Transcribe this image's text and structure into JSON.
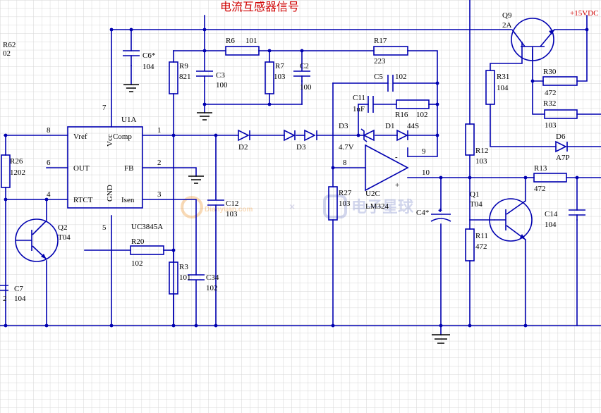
{
  "title": "电流互感器信号",
  "supply_label": "+15VDC",
  "watermark": {
    "left": "Dianyuan.com",
    "right": "电子星球"
  },
  "colors": {
    "wire": "#0000b0",
    "text": "#000000",
    "title": "#d00000",
    "grid": "#d6d6d6",
    "ground": "#000000"
  },
  "ic": {
    "designator": "U1A",
    "part": "UC3845A",
    "pins": {
      "vref": "Vref",
      "out": "OUT",
      "rtct": "RTCT",
      "vcc": "Vcc",
      "gnd": "GND",
      "comp": "Comp",
      "fb": "FB",
      "isen": "Isen"
    },
    "pin_numbers": {
      "p8": "8",
      "p6": "6",
      "p4": "4",
      "p7": "7",
      "p5": "5",
      "p1": "1",
      "p2": "2",
      "p3": "3"
    }
  },
  "opamp": {
    "designator": "U2C",
    "part": "LM324",
    "pin_in_minus": "8",
    "pin_out": "10",
    "pin_in_plus": "9",
    "minus_sign": "-",
    "plus_sign": "+"
  },
  "components": {
    "r62": {
      "ref": "R62",
      "val": "02"
    },
    "r26": {
      "ref": "R26",
      "val": "1202"
    },
    "q2": {
      "ref": "Q2",
      "val": "T04"
    },
    "c7": {
      "ref": "C7",
      "val": "104",
      "extra": "2"
    },
    "c6": {
      "ref": "C6*",
      "val": "104"
    },
    "r9": {
      "ref": "R9",
      "val": "821"
    },
    "c3": {
      "ref": "C3",
      "val": "100"
    },
    "r6": {
      "ref": "R6",
      "val": "101"
    },
    "r7": {
      "ref": "R7",
      "val": "103"
    },
    "c2": {
      "ref": "C2",
      "val": "100"
    },
    "r17": {
      "ref": "R17",
      "val": "223"
    },
    "c5": {
      "ref": "C5",
      "val": "102"
    },
    "c11": {
      "ref": "C11",
      "val": "1uF"
    },
    "r16": {
      "ref": "R16",
      "val": "102"
    },
    "d2": {
      "ref": "D2"
    },
    "d3a": {
      "ref": "D3"
    },
    "d3b": {
      "ref": "D3",
      "val": "4.7V"
    },
    "d1": {
      "ref": "D1",
      "val": "44S"
    },
    "c12": {
      "ref": "C12",
      "val": "103"
    },
    "r20": {
      "ref": "R20",
      "val": "102"
    },
    "r3": {
      "ref": "R3",
      "val": "101"
    },
    "c34": {
      "ref": "C34",
      "val": "102"
    },
    "r27": {
      "ref": "R27",
      "val": "103"
    },
    "c4": {
      "ref": "C4*"
    },
    "q9": {
      "ref": "Q9",
      "val": "2A"
    },
    "r31": {
      "ref": "R31",
      "val": "104"
    },
    "r30": {
      "ref": "R30",
      "val": "472"
    },
    "r32": {
      "ref": "R32",
      "val": "103"
    },
    "d6": {
      "ref": "D6",
      "val": "A7P"
    },
    "r12": {
      "ref": "R12",
      "val": "103"
    },
    "r13": {
      "ref": "R13",
      "val": "472"
    },
    "q1": {
      "ref": "Q1",
      "val": "T04"
    },
    "r11": {
      "ref": "R11",
      "val": "472"
    },
    "c14": {
      "ref": "C14",
      "val": "104"
    }
  }
}
